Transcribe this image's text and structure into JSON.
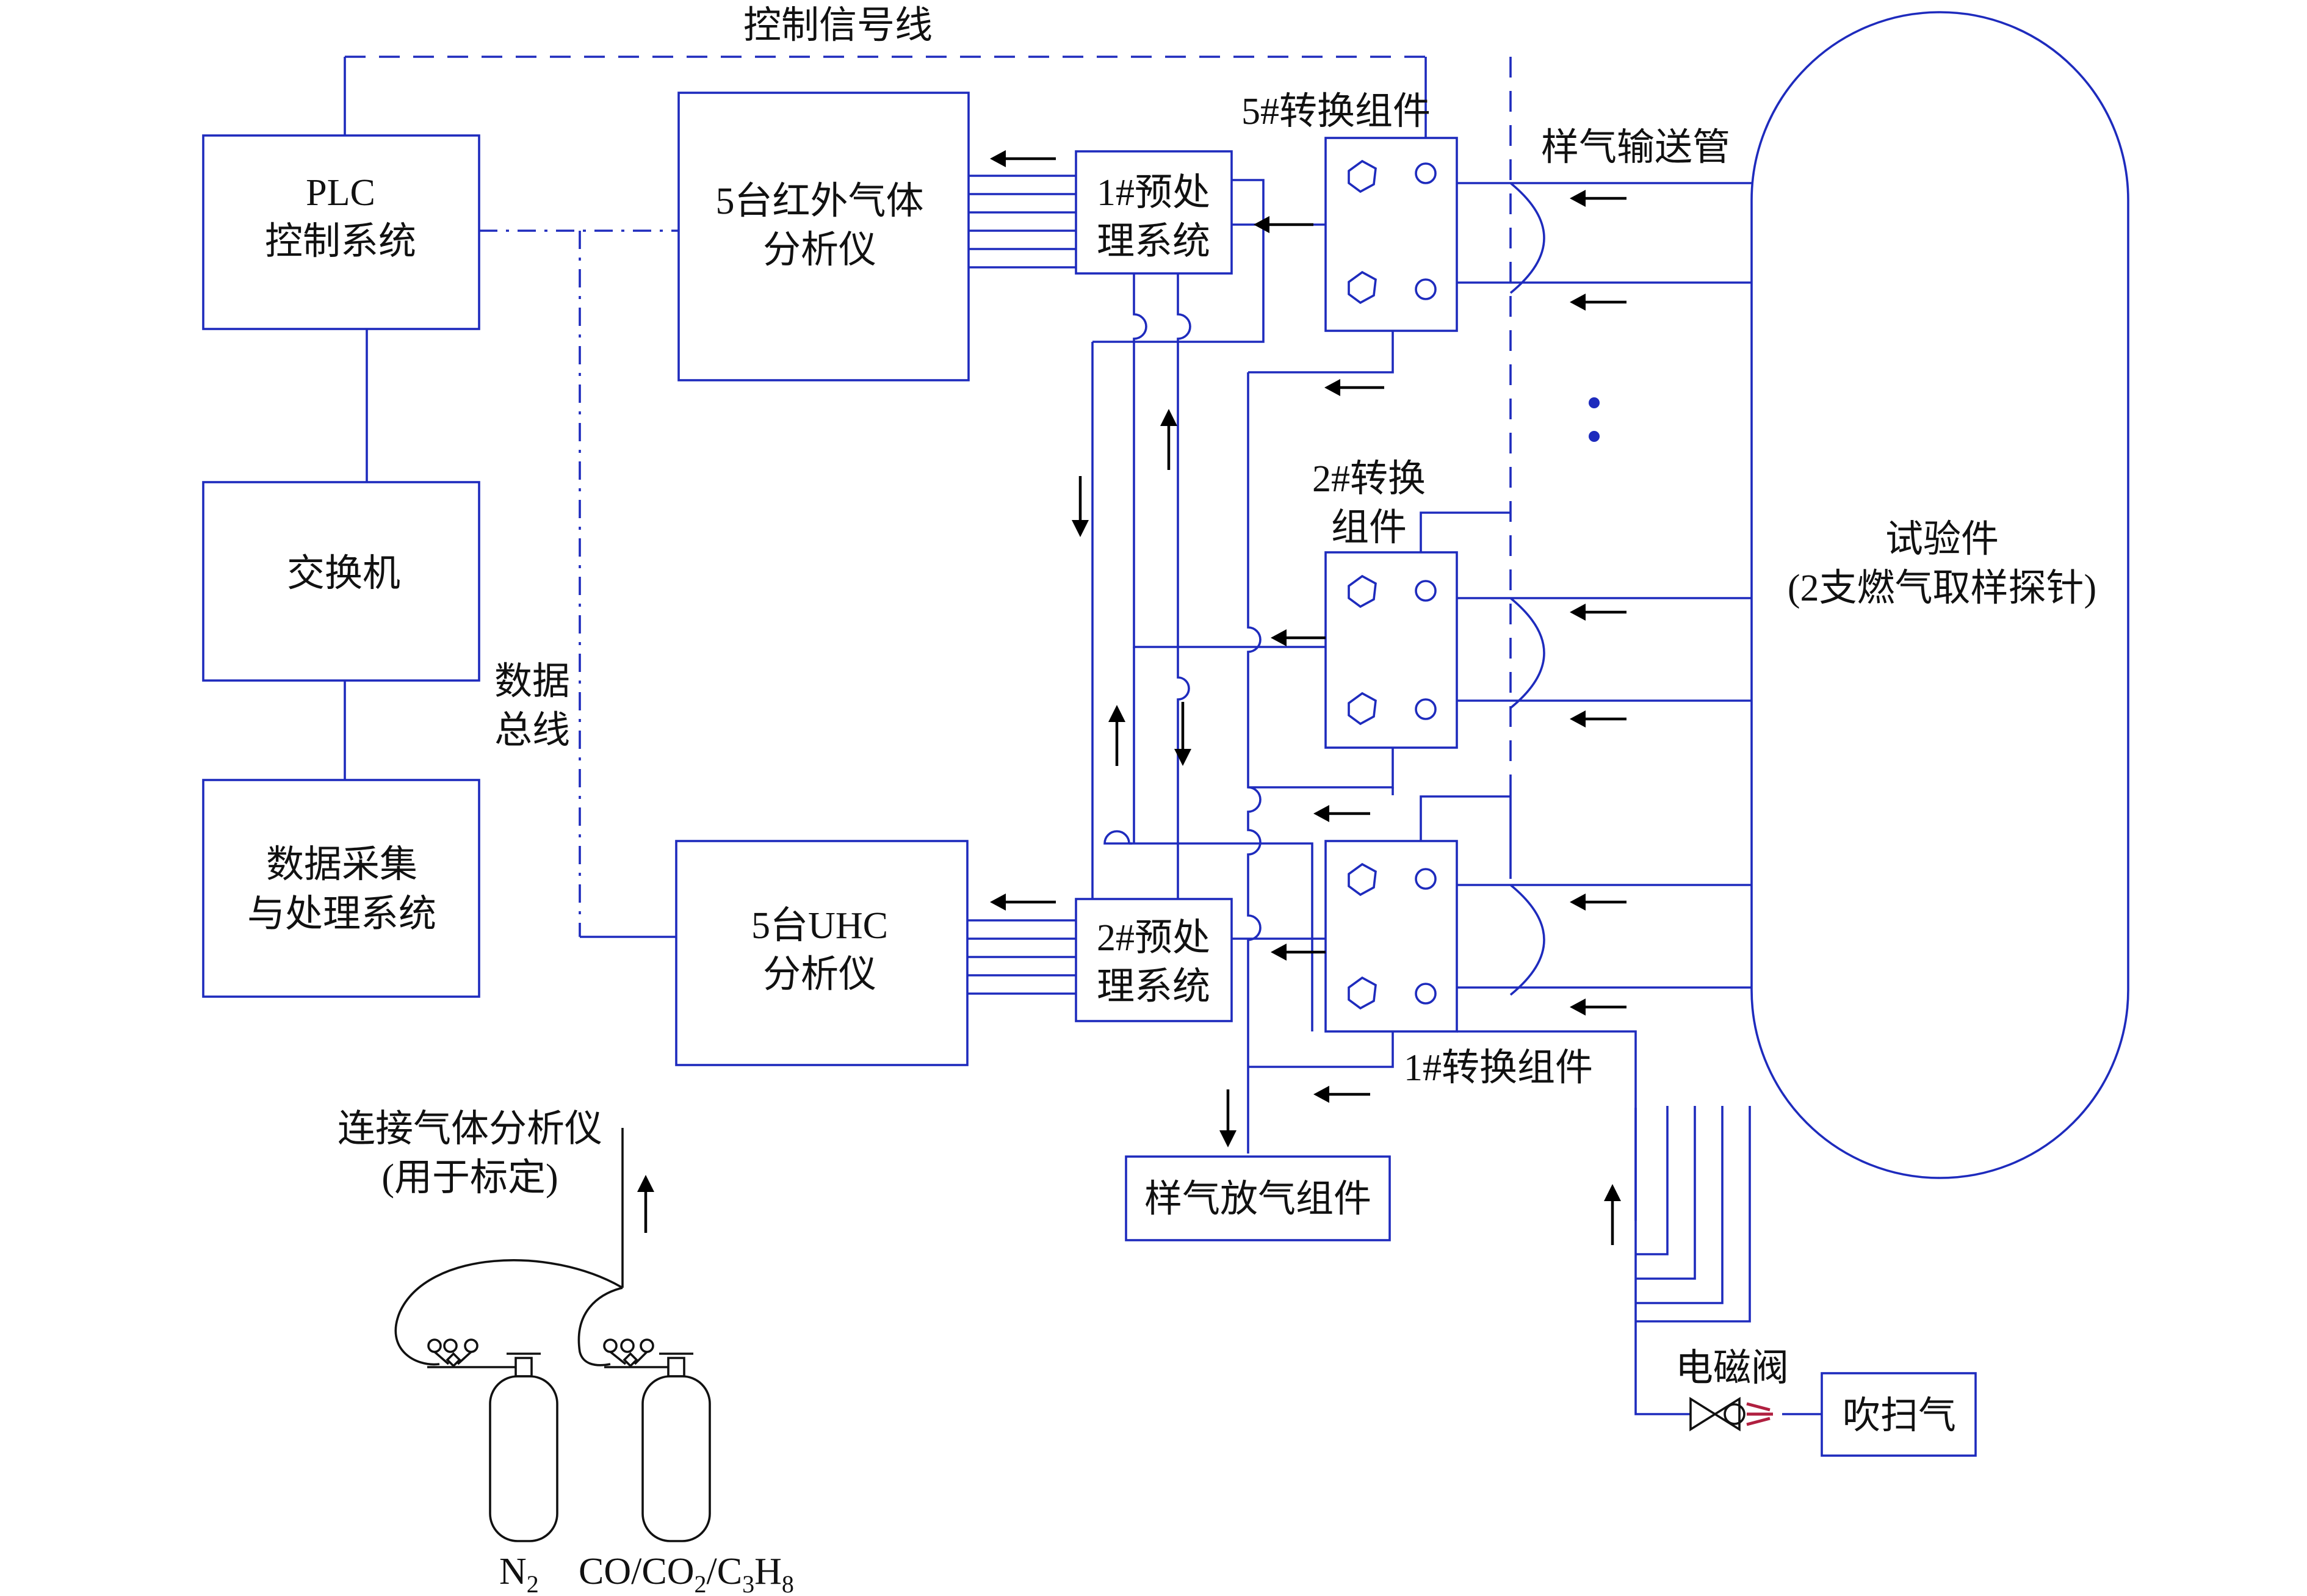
{
  "labels": {
    "control_signal_line": "控制信号线",
    "plc_line1": "PLC",
    "plc_line2": "控制系统",
    "switch": "交换机",
    "daq_line1": "数据采集",
    "daq_line2": "与处理系统",
    "data_bus_line1": "数据",
    "data_bus_line2": "总线",
    "ir_analyzer_line1": "5台红外气体",
    "ir_analyzer_line2": "分析仪",
    "uhc_analyzer_line1": "5台UHC",
    "uhc_analyzer_line2": "分析仪",
    "pretreat1_line1": "1#预处",
    "pretreat1_line2": "理系统",
    "pretreat2_line1": "2#预处",
    "pretreat2_line2": "理系统",
    "switch5": "5#转换组件",
    "switch2_line1": "2#转换",
    "switch2_line2": "组件",
    "switch1": "1#转换组件",
    "sample_pipe": "样气输送管",
    "test_piece_line1": "试验件",
    "test_piece_line2": "(2支燃气取样探针)",
    "sample_vent": "样气放气组件",
    "solenoid_valve": "电磁阀",
    "purge_gas": "吹扫气",
    "connect_analyzer_line1": "连接气体分析仪",
    "connect_analyzer_line2": "(用于标定)",
    "gas_n2": "N",
    "gas_n2_sub": "2",
    "gas_mix_co": "CO/CO",
    "gas_mix_sub1": "2",
    "gas_mix_c3h": "/C",
    "gas_mix_sub2": "3",
    "gas_mix_h": "H",
    "gas_mix_sub3": "8"
  },
  "colors": {
    "line_blue": "#1e2bbd",
    "arrow_black": "#000000"
  }
}
